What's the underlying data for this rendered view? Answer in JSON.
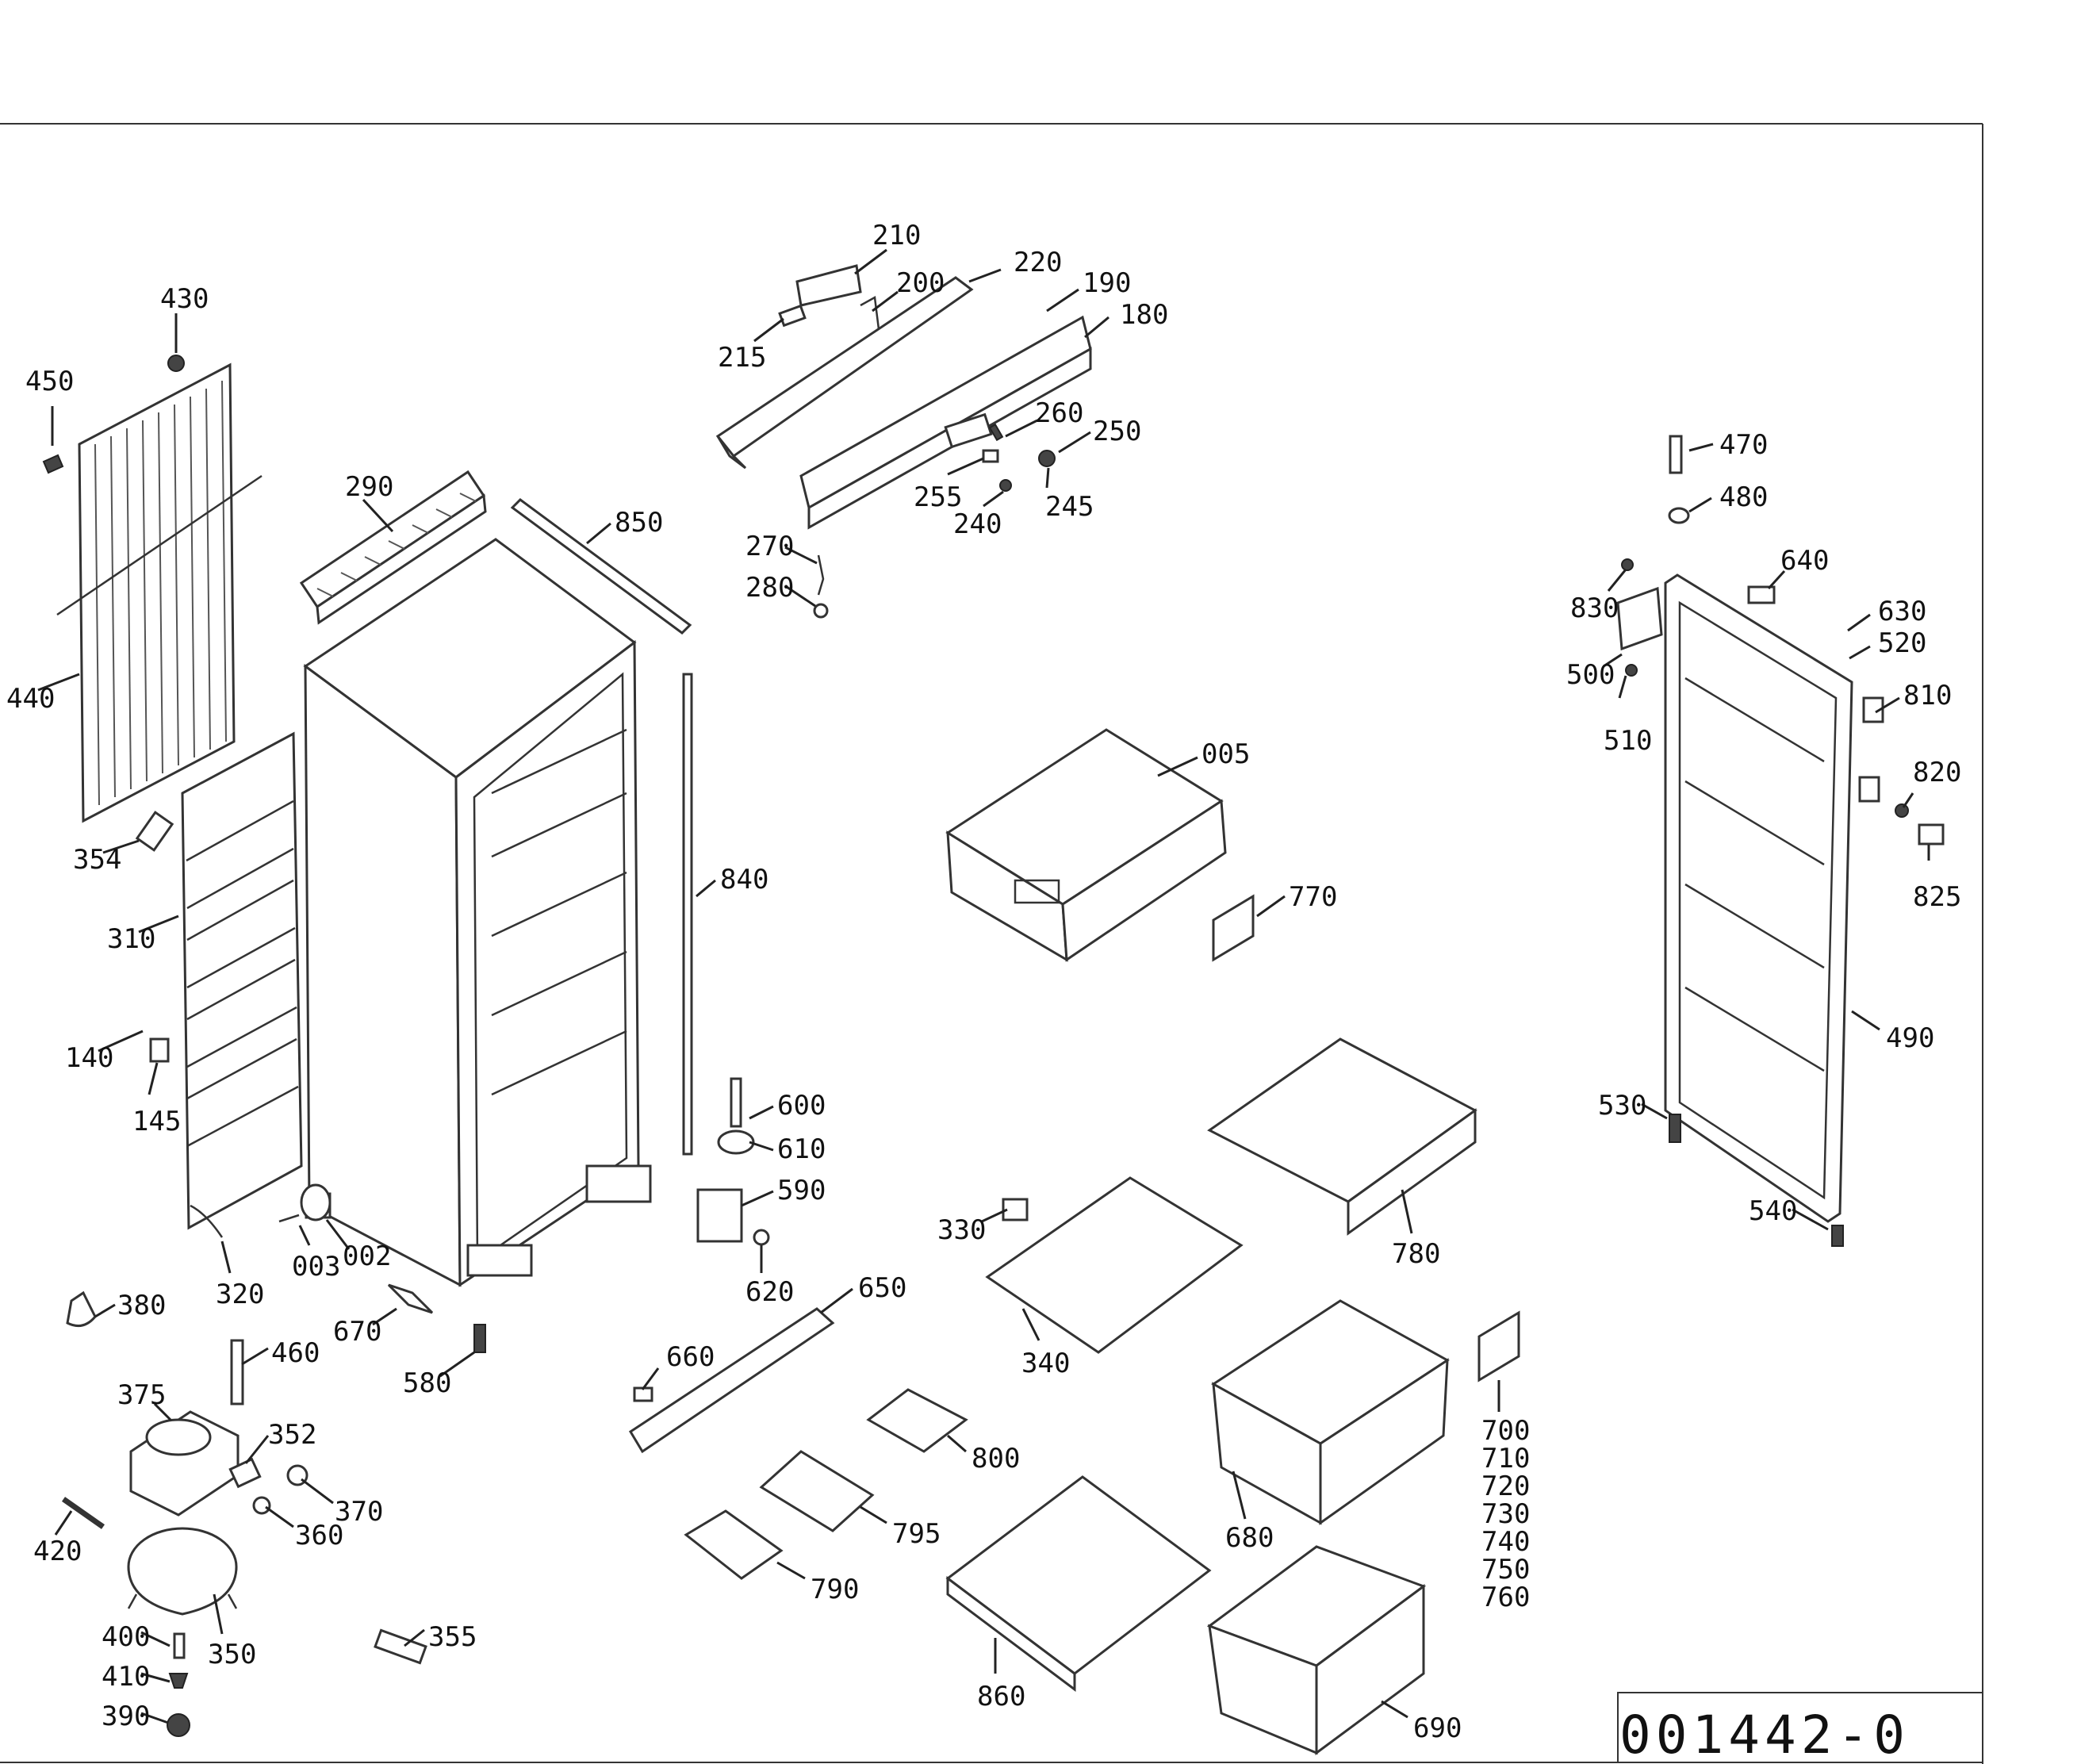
{
  "drawing_code": "001442-0",
  "callouts": [
    {
      "id": "430",
      "text": "430"
    },
    {
      "id": "450",
      "text": "450"
    },
    {
      "id": "440",
      "text": "440"
    },
    {
      "id": "354",
      "text": "354"
    },
    {
      "id": "310",
      "text": "310"
    },
    {
      "id": "140",
      "text": "140"
    },
    {
      "id": "145",
      "text": "145"
    },
    {
      "id": "320",
      "text": "320"
    },
    {
      "id": "380",
      "text": "380"
    },
    {
      "id": "375",
      "text": "375"
    },
    {
      "id": "460",
      "text": "460"
    },
    {
      "id": "352",
      "text": "352"
    },
    {
      "id": "370",
      "text": "370"
    },
    {
      "id": "360",
      "text": "360"
    },
    {
      "id": "420",
      "text": "420"
    },
    {
      "id": "350",
      "text": "350"
    },
    {
      "id": "400",
      "text": "400"
    },
    {
      "id": "410",
      "text": "410"
    },
    {
      "id": "390",
      "text": "390"
    },
    {
      "id": "355",
      "text": "355"
    },
    {
      "id": "290",
      "text": "290"
    },
    {
      "id": "850",
      "text": "850"
    },
    {
      "id": "840",
      "text": "840"
    },
    {
      "id": "003",
      "text": "003"
    },
    {
      "id": "002",
      "text": "002"
    },
    {
      "id": "670",
      "text": "670"
    },
    {
      "id": "580",
      "text": "580"
    },
    {
      "id": "210",
      "text": "210"
    },
    {
      "id": "200",
      "text": "200"
    },
    {
      "id": "220",
      "text": "220"
    },
    {
      "id": "190",
      "text": "190"
    },
    {
      "id": "180",
      "text": "180"
    },
    {
      "id": "215",
      "text": "215"
    },
    {
      "id": "260",
      "text": "260"
    },
    {
      "id": "250",
      "text": "250"
    },
    {
      "id": "255",
      "text": "255"
    },
    {
      "id": "245",
      "text": "245"
    },
    {
      "id": "240",
      "text": "240"
    },
    {
      "id": "270",
      "text": "270"
    },
    {
      "id": "280",
      "text": "280"
    },
    {
      "id": "600",
      "text": "600"
    },
    {
      "id": "610",
      "text": "610"
    },
    {
      "id": "590",
      "text": "590"
    },
    {
      "id": "620",
      "text": "620"
    },
    {
      "id": "650",
      "text": "650"
    },
    {
      "id": "660",
      "text": "660"
    },
    {
      "id": "005",
      "text": "005"
    },
    {
      "id": "770",
      "text": "770"
    },
    {
      "id": "330",
      "text": "330"
    },
    {
      "id": "340",
      "text": "340"
    },
    {
      "id": "780",
      "text": "780"
    },
    {
      "id": "800",
      "text": "800"
    },
    {
      "id": "795",
      "text": "795"
    },
    {
      "id": "790",
      "text": "790"
    },
    {
      "id": "860",
      "text": "860"
    },
    {
      "id": "680",
      "text": "680"
    },
    {
      "id": "690",
      "text": "690"
    },
    {
      "id": "700",
      "text": "700"
    },
    {
      "id": "710",
      "text": "710"
    },
    {
      "id": "720",
      "text": "720"
    },
    {
      "id": "730",
      "text": "730"
    },
    {
      "id": "740",
      "text": "740"
    },
    {
      "id": "750",
      "text": "750"
    },
    {
      "id": "760",
      "text": "760"
    },
    {
      "id": "470",
      "text": "470"
    },
    {
      "id": "480",
      "text": "480"
    },
    {
      "id": "640",
      "text": "640"
    },
    {
      "id": "830",
      "text": "830"
    },
    {
      "id": "630",
      "text": "630"
    },
    {
      "id": "520",
      "text": "520"
    },
    {
      "id": "500",
      "text": "500"
    },
    {
      "id": "510",
      "text": "510"
    },
    {
      "id": "810",
      "text": "810"
    },
    {
      "id": "820",
      "text": "820"
    },
    {
      "id": "825",
      "text": "825"
    },
    {
      "id": "490",
      "text": "490"
    },
    {
      "id": "530",
      "text": "530"
    },
    {
      "id": "540",
      "text": "540"
    }
  ]
}
